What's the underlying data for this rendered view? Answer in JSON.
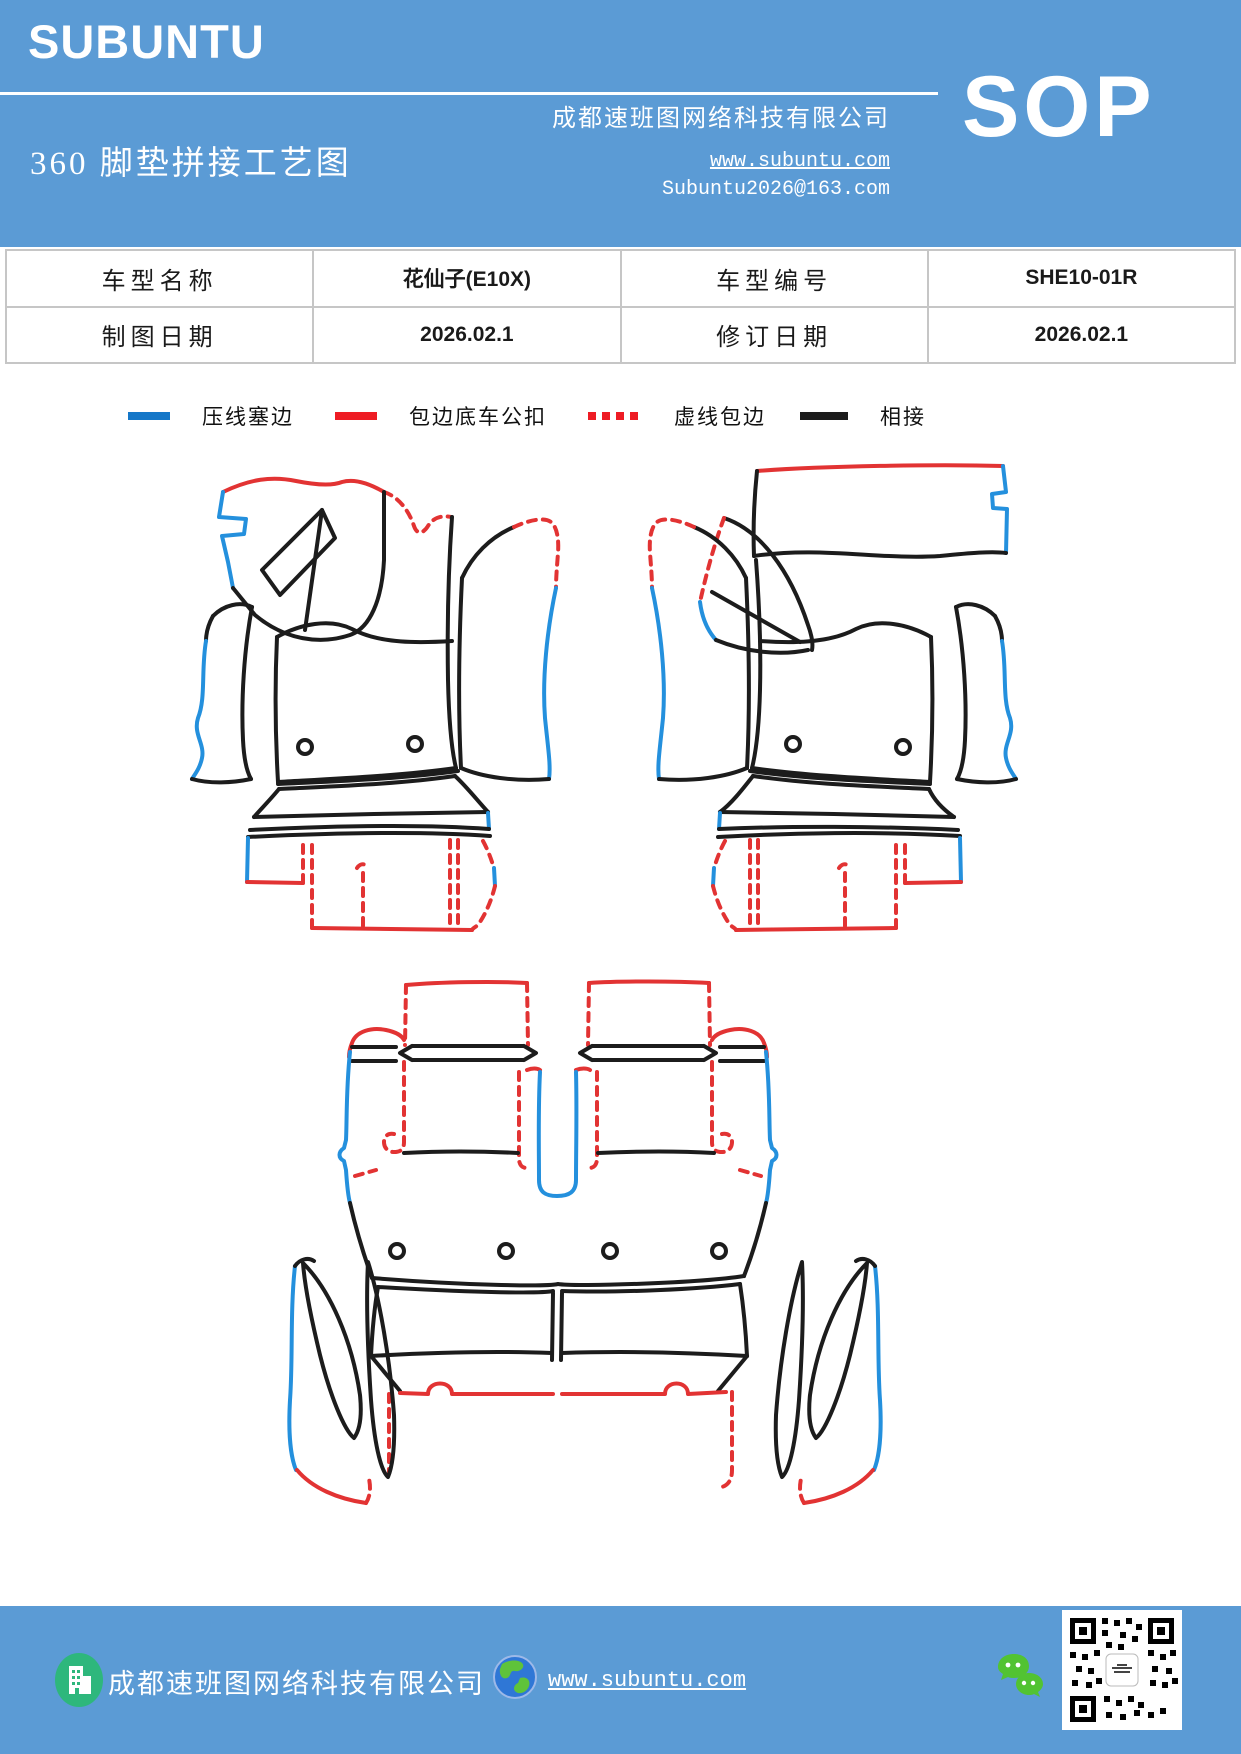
{
  "colors": {
    "header_blue": "#5b9bd5",
    "line_blue": "#2490dd",
    "line_red": "#e23333",
    "line_black": "#1c1c1c",
    "legend_blue": "#1577c8",
    "legend_red": "#ee1c24",
    "table_border": "#c6c6c6",
    "building_green": "#2eb77c",
    "wechat_green": "#52c332"
  },
  "header": {
    "brand": "SUBUNTU",
    "company": "成都速班图网络科技有限公司",
    "badge": "SOP",
    "title": "360 脚垫拼接工艺图",
    "website": "www.subuntu.com",
    "email": "Subuntu2026@163.com"
  },
  "info_table": {
    "rows": [
      [
        "车型名称",
        "花仙子(E10X)",
        "车型编号",
        "SHE10-01R"
      ],
      [
        "制图日期",
        "2026.02.1",
        "修订日期",
        "2026.02.1"
      ]
    ]
  },
  "legend": {
    "items": [
      {
        "label": "压线塞边",
        "style": "solid",
        "color": "#1577c8"
      },
      {
        "label": "包边底车公扣",
        "style": "solid",
        "color": "#ee1c24"
      },
      {
        "label": "虚线包边",
        "style": "dashed",
        "color": "#ee1c24"
      },
      {
        "label": "相接",
        "style": "solid",
        "color": "#1c1c1c"
      }
    ]
  },
  "footer": {
    "company": "成都速班图网络科技有限公司",
    "website": "www.subuntu.com"
  }
}
